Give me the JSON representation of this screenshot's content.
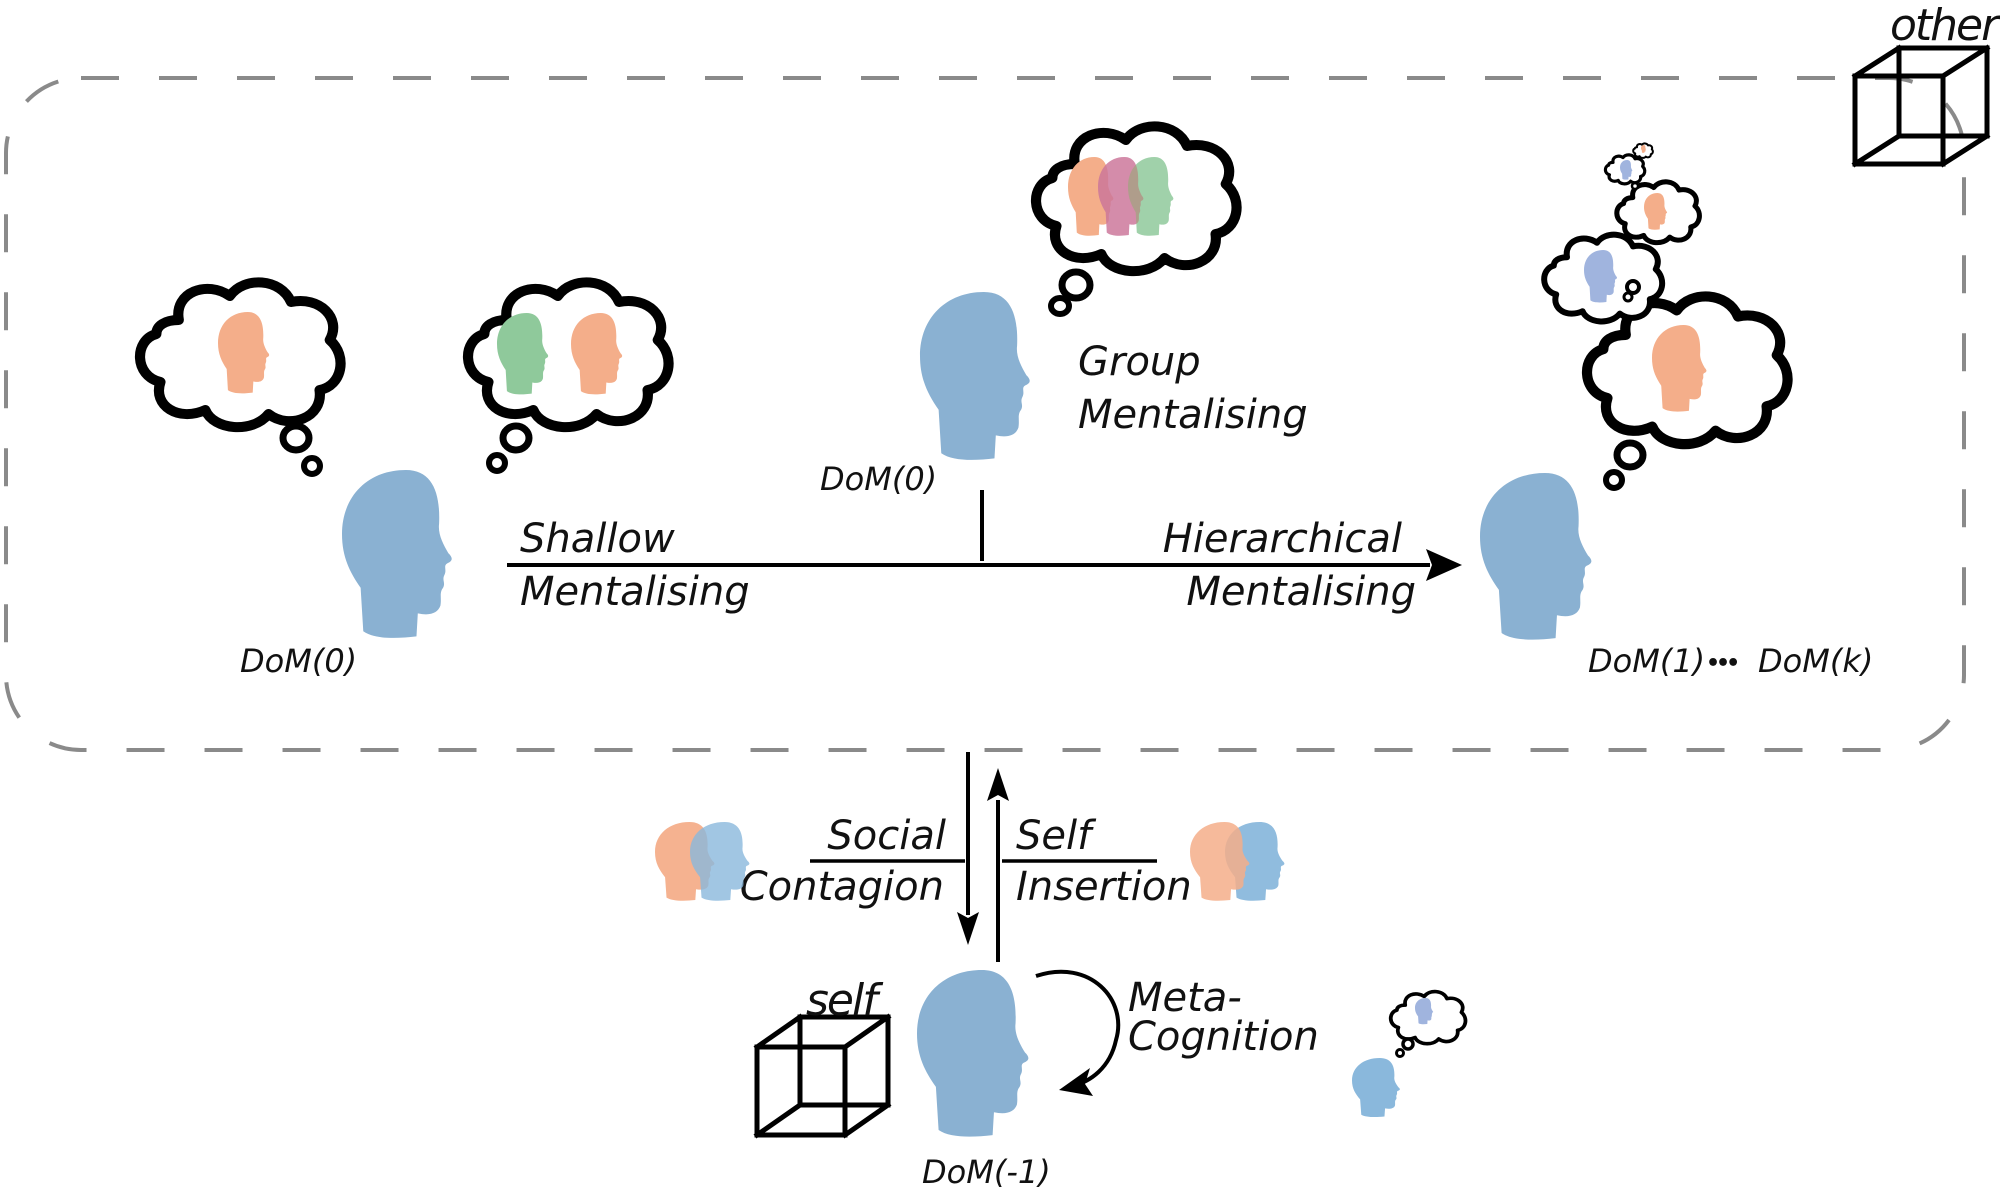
{
  "figure": {
    "region_other": {
      "label": "other",
      "icon": "cube-icon"
    },
    "region_self": {
      "label": "self",
      "icon": "cube-icon"
    },
    "colors": {
      "self_head": "#8ab1d2",
      "head_orange": "#f4ae8a",
      "head_green": "#8fc99b",
      "head_purple": "#c28fc4",
      "head_lavender": "#a0b4de",
      "dashed_border": "#8a8a8a",
      "stroke": "#000000"
    },
    "agents": {
      "shallow": {
        "label": "DoM(0)"
      },
      "group": {
        "label": "DoM(0)"
      },
      "hierarchical": {
        "label": "DoM(1) … DoM(k)",
        "label_left": "DoM(1)",
        "ellipsis": "•••",
        "label_right": "DoM(k)"
      },
      "self": {
        "label": "DoM(-1)"
      }
    },
    "axis": {
      "left_top": "Shallow",
      "left_bottom": "Mentalising",
      "right_top": "Hierarchical",
      "right_bottom": "Mentalising"
    },
    "group": {
      "line1": "Group",
      "line2": "Mentalising"
    },
    "vertical": {
      "down_top": "Social",
      "down_bottom": "Contagion",
      "up_top": "Self",
      "up_bottom": "Insertion"
    },
    "metacognition": {
      "line1": "Meta-",
      "line2": "Cognition"
    }
  }
}
